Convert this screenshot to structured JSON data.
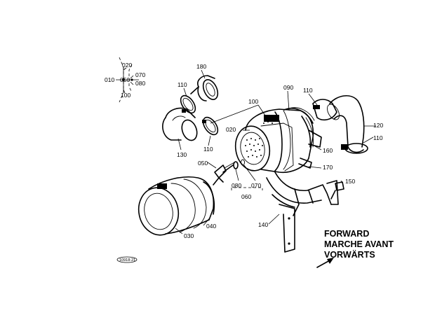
{
  "labels": {
    "p010": "010",
    "p020a": "020",
    "p050a": "050",
    "p070a": "070",
    "p080a": "080",
    "p100a": "100",
    "p180": "180",
    "p110a": "110",
    "p130": "130",
    "p110b": "110",
    "p100b": "100",
    "p090": "090",
    "p110c": "110",
    "p120": "120",
    "p110d": "110",
    "p020b": "020",
    "p160": "160",
    "p050b": "050",
    "p170": "170",
    "p080b": "080",
    "p070b": "070",
    "p060": "060",
    "p150": "150",
    "p040": "040",
    "p140": "140",
    "p030": "030"
  },
  "direction": {
    "line1": "FORWARD",
    "line2": "MARCHE AVANT",
    "line3": "VORWÄRTS"
  },
  "ref_code": "10918-21"
}
